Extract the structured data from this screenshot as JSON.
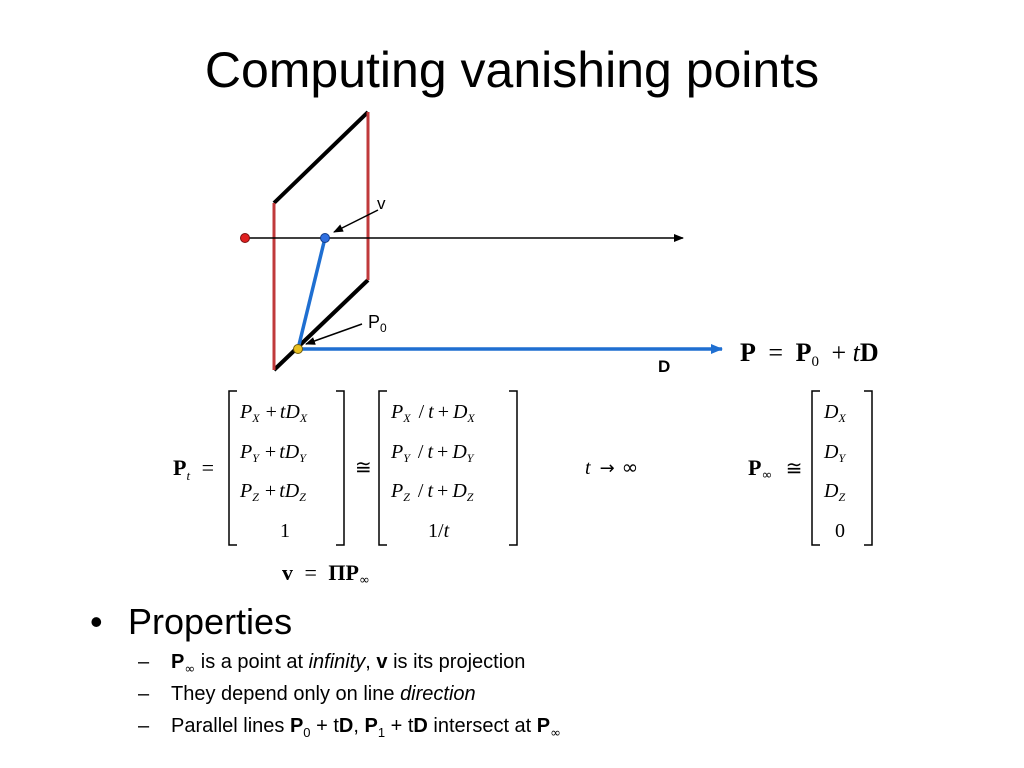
{
  "title": "Computing vanishing points",
  "diagram": {
    "label_v": "v",
    "label_p0": "P",
    "label_p0_sub": "0",
    "label_d": "D",
    "line_eq": {
      "p": "P",
      "eq": "=",
      "p0": "P",
      "p0_sub": "0",
      "plus": "+",
      "t": "t",
      "d": "D"
    }
  },
  "equations": {
    "pt_lhs": {
      "p": "P",
      "sub": "t",
      "eq": "="
    },
    "matrix1": [
      {
        "p": "P",
        "ps": "X",
        "op": "+",
        "t": "t",
        "d": "D",
        "ds": "X"
      },
      {
        "p": "P",
        "ps": "Y",
        "op": "+",
        "t": "t",
        "d": "D",
        "ds": "Y"
      },
      {
        "p": "P",
        "ps": "Z",
        "op": "+",
        "t": "t",
        "d": "D",
        "ds": "Z"
      }
    ],
    "matrix1_last": "1",
    "approx1": "≅",
    "matrix2": [
      {
        "p": "P",
        "ps": "X",
        "div": "/",
        "t": "t",
        "op": "+",
        "d": "D",
        "ds": "X"
      },
      {
        "p": "P",
        "ps": "Y",
        "div": "/",
        "t": "t",
        "op": "+",
        "d": "D",
        "ds": "Y"
      },
      {
        "p": "P",
        "ps": "Z",
        "div": "/",
        "t": "t",
        "op": "+",
        "d": "D",
        "ds": "Z"
      }
    ],
    "matrix2_last": {
      "one": "1",
      "div": "/",
      "t": "t"
    },
    "limit": {
      "t": "t",
      "arrow": "→",
      "inf": "∞"
    },
    "pinf": {
      "p": "P",
      "sub": "∞",
      "approx": "≅"
    },
    "matrix3": [
      {
        "d": "D",
        "ds": "X"
      },
      {
        "d": "D",
        "ds": "Y"
      },
      {
        "d": "D",
        "ds": "Z"
      }
    ],
    "matrix3_last": "0",
    "projection": {
      "v": "v",
      "eq": "=",
      "pi": "Π",
      "p": "P",
      "sub": "∞"
    }
  },
  "bullets": {
    "main": "Properties",
    "bullet_char": "•",
    "dash_char": "–",
    "sub1": {
      "p": "P",
      "inf": "∞",
      "text1": " is a point at ",
      "infinity": "infinity",
      "comma": ", ",
      "v": "v",
      "text2": " is its projection"
    },
    "sub2": {
      "text": "They depend only on line ",
      "direction": "direction"
    },
    "sub3": {
      "text1": "Parallel lines ",
      "p0": "P",
      "p0_sub": "0",
      "plus1": " + t",
      "d1": "D",
      "comma": ", ",
      "p1": "P",
      "p1_sub": "1",
      "plus2": " + t",
      "d2": "D",
      "text2": " intersect at ",
      "p": "P",
      "inf": "∞"
    }
  },
  "colors": {
    "plane_edge_red": "#c0393b",
    "plane_edge_black": "#000000",
    "ray_blue": "#1f6fd1",
    "point_red": "#e02020",
    "point_blue": "#2f6fe0",
    "point_yellow": "#e8c020"
  }
}
